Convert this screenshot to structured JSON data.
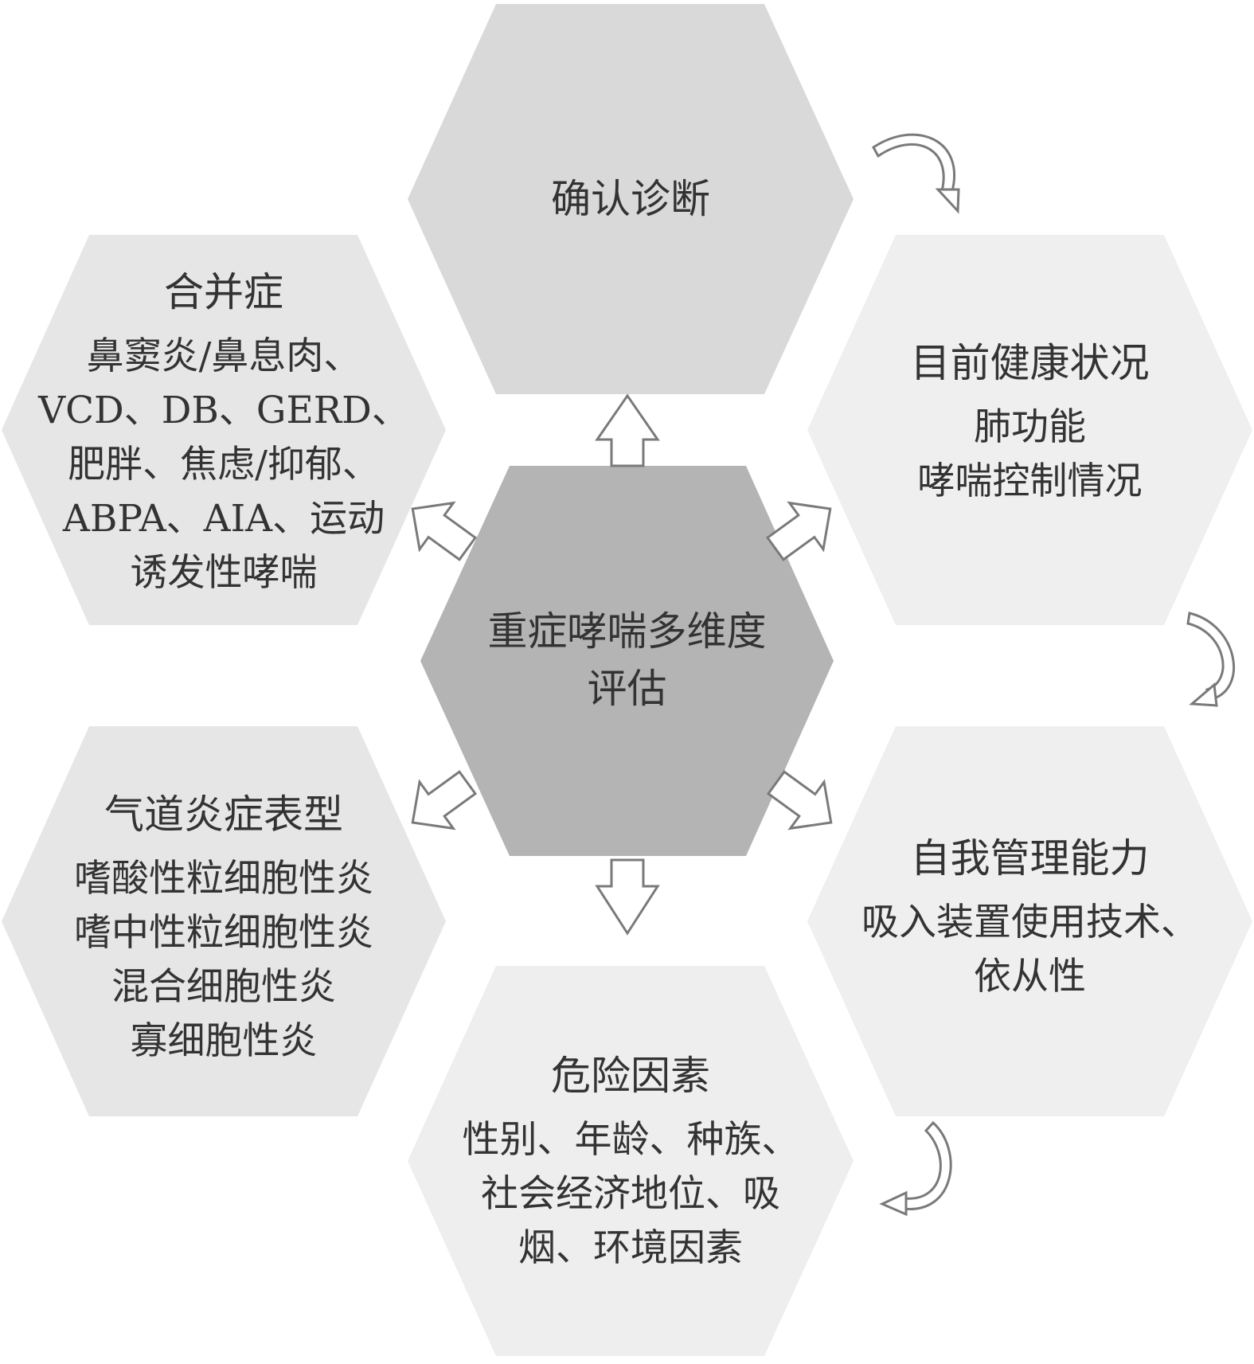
{
  "colors": {
    "center_fill": "#b4b4b4",
    "top_fill": "#d9d9d9",
    "left_fill": "#e6e6e6",
    "right_fill": "#efefef",
    "bottom_fill": "#eeeeee",
    "text": "#333333",
    "arrow_stroke": "#7a7a7a"
  },
  "center": {
    "lines": [
      "重症哮喘多维度",
      "评估"
    ]
  },
  "nodes": {
    "top": {
      "title": "确认诊断",
      "lines": []
    },
    "top_right": {
      "title": "目前健康状况",
      "lines": [
        "肺功能",
        "哮喘控制情况"
      ]
    },
    "bottom_right": {
      "title": "自我管理能力",
      "lines": [
        "吸入装置使用技术、",
        "依从性"
      ]
    },
    "bottom": {
      "title": "危险因素",
      "lines": [
        "性别、年龄、种族、",
        "社会经济地位、吸",
        "烟、环境因素"
      ]
    },
    "bottom_left": {
      "title": "气道炎症表型",
      "lines": [
        "嗜酸性粒细胞性炎",
        "嗜中性粒细胞性炎",
        "混合细胞性炎",
        "寡细胞性炎"
      ]
    },
    "top_left": {
      "title": "合并症",
      "lines": [
        "鼻窦炎/鼻息肉、",
        "VCD、DB、GERD、",
        "肥胖、焦虑/抑郁、",
        "ABPA、AIA、运动",
        "诱发性哮喘"
      ]
    }
  },
  "icons": {
    "outward_arrows": "hollow-block-arrow-icon",
    "cycle_arrows": "curved-clockwise-arrow-icon"
  }
}
